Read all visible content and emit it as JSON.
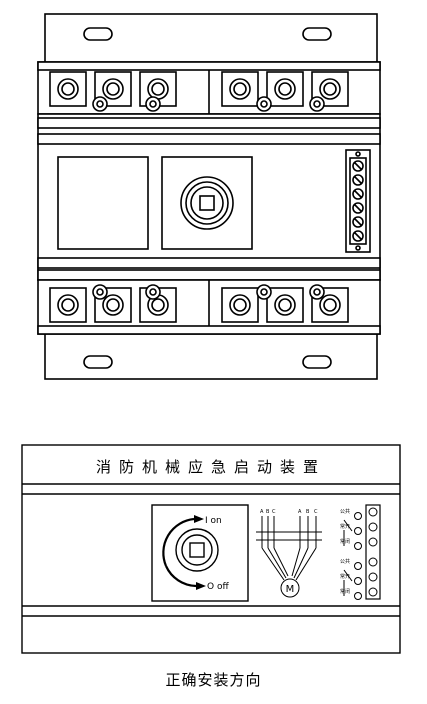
{
  "panel": {
    "title": "消防机械应急启动装置",
    "switch_on_label": "I on",
    "switch_off_label": "O off",
    "phase_letters": [
      "A",
      "B",
      "C"
    ],
    "motor_label": "M",
    "terminal_labels": [
      "公共",
      "常开",
      "常闭",
      "公共",
      "常开",
      "常闭"
    ]
  },
  "caption": "正确安装方向"
}
